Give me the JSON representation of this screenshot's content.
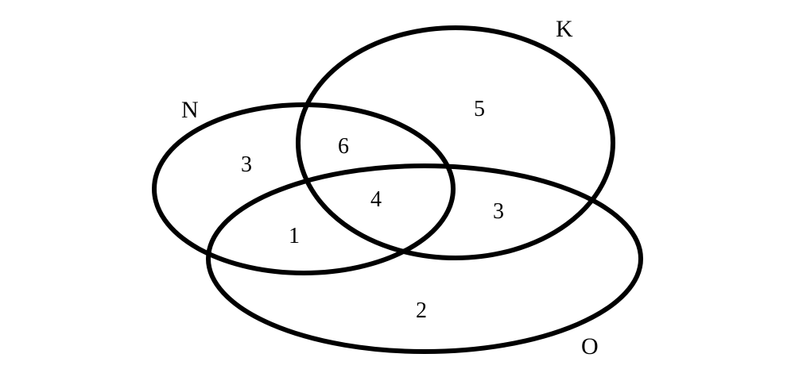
{
  "venn": {
    "sets": {
      "N": {
        "label": "N"
      },
      "K": {
        "label": "K"
      },
      "O": {
        "label": "O"
      }
    },
    "regions": {
      "n_only": 3,
      "k_only": 5,
      "o_only": 2,
      "n_and_k_only": 6,
      "n_and_o_only": 1,
      "k_and_o_only": 3,
      "n_and_k_and_o": 4
    },
    "colors": {
      "stroke": "#000000",
      "background": "#ffffff"
    }
  }
}
